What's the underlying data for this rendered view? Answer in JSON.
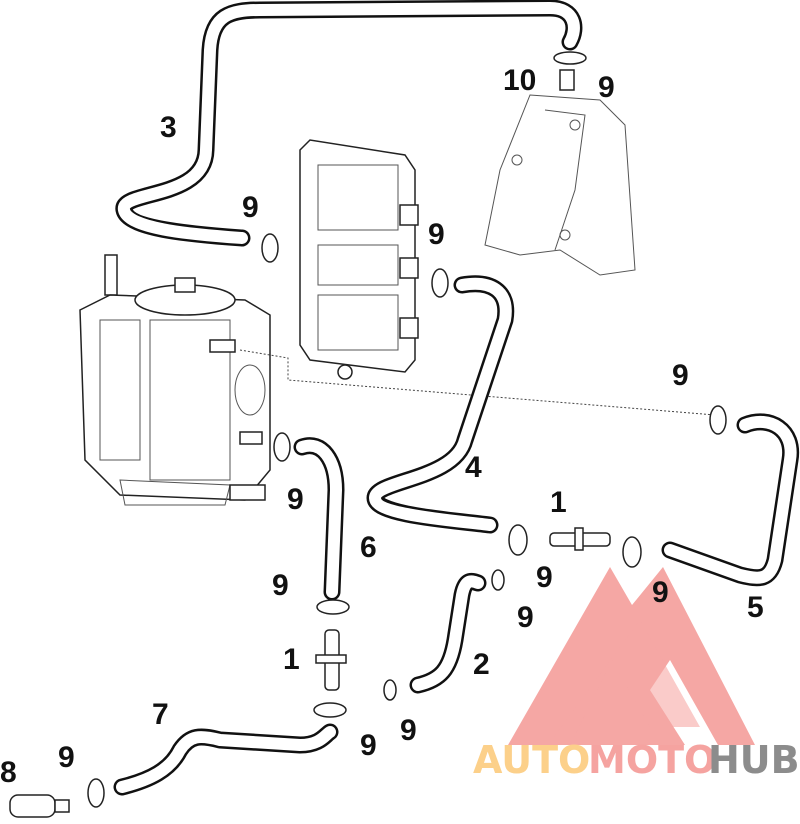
{
  "diagram": {
    "callouts": {
      "hose_3": "3",
      "clamp_top_left": "9",
      "fitting_10": "10",
      "clamp_top_right": "9",
      "clamp_ecu": "9",
      "clamp_right": "9",
      "hose_4": "4",
      "clamp_filter": "9",
      "connector_1_right": "1",
      "hose_6": "6",
      "clamp_mid_a": "9",
      "clamp_mid_b": "9",
      "clamp_left_mid": "9",
      "clamp_mid_c": "9",
      "hose_5": "5",
      "connector_1_left": "1",
      "hose_2": "2",
      "hose_7": "7",
      "clamp_bottom_a": "9",
      "clamp_bottom_b": "9",
      "valve_8": "8",
      "clamp_bottom_left": "9"
    }
  },
  "watermark": {
    "part1": "AUTO",
    "part2": "MOTO",
    "part3": "HUB",
    "colors": {
      "auto": "#fcd08a",
      "moto": "#f5a3a0",
      "hub": "#8c8c8c",
      "logo": "#f5a3a0"
    }
  }
}
